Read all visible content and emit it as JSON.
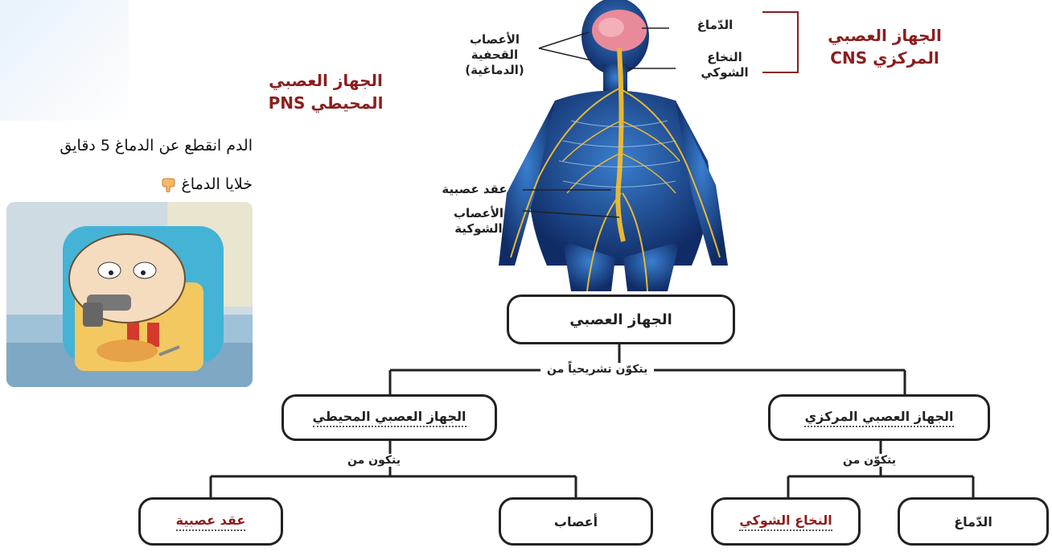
{
  "captions": {
    "line1": "الدم انقطع عن الدماغ 5 دقايق",
    "line2": "خلايا الدماغ"
  },
  "figure": {
    "labels": {
      "brain": "الدّماغ",
      "spinal_cord_l1": "النخاع",
      "spinal_cord_l2": "الشوكي",
      "cranial_l1": "الأعصاب",
      "cranial_l2": "القحفية",
      "cranial_l3": "(الدماغية)",
      "ganglia": "عقد عصبية",
      "spinal_nerves_l1": "الأعصاب",
      "spinal_nerves_l2": "الشوكية"
    },
    "cns_l1": "الجهاز العصبي",
    "cns_l2": "المركزي CNS",
    "pns_l1": "الجهاز العصبي",
    "pns_l2": "المحيطي PNS"
  },
  "tree": {
    "root": "الجهاز العصبي",
    "root_edge": "يتكوّن تشريحياً من",
    "central": "الجهاز العصبي المركزي",
    "peripheral": "الجهاز العصبي المحيطي",
    "central_edge": "يتكوّن من",
    "peripheral_edge": "يتكون من",
    "brain": "الدّماغ",
    "spinal_cord": "النخاع الشوكي",
    "nerves": "أعصاب",
    "ganglia": "عقد عصبية"
  },
  "colors": {
    "accent_red": "#8b1e1e",
    "nerve_yellow": "#e8b830",
    "body_blue": "#1b4f9c"
  },
  "icons": {
    "pointing_hand": "backhand-index-pointing-down-emoji"
  }
}
